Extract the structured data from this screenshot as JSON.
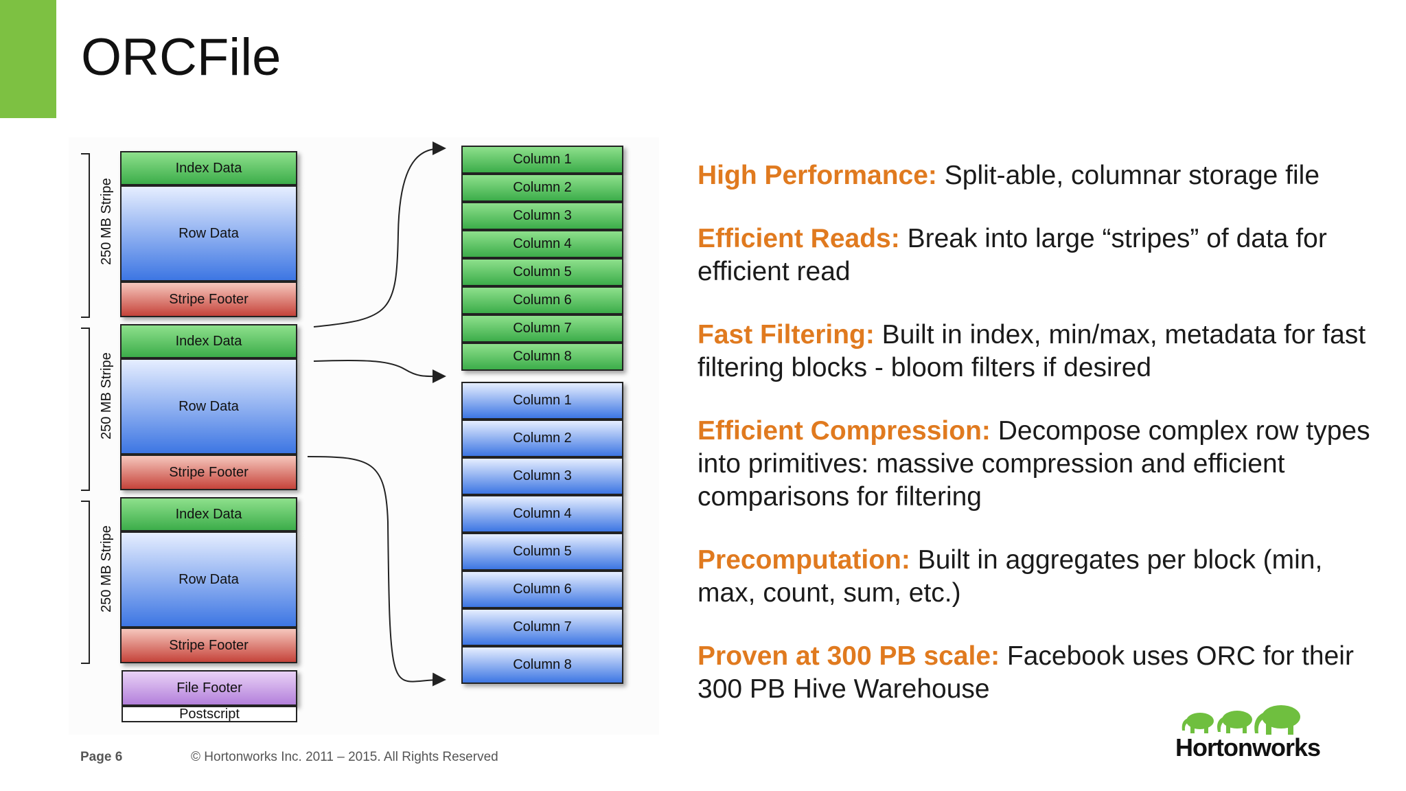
{
  "slide": {
    "title": "ORCFile",
    "accent_color": "#7dc142",
    "highlight_color": "#e07a1f"
  },
  "diagram": {
    "stripes": [
      {
        "label": "250 MB Stripe",
        "index": "Index Data",
        "row": "Row Data",
        "footer": "Stripe Footer"
      },
      {
        "label": "250 MB Stripe",
        "index": "Index Data",
        "row": "Row Data",
        "footer": "Stripe Footer"
      },
      {
        "label": "250 MB Stripe",
        "index": "Index Data",
        "row": "Row Data",
        "footer": "Stripe Footer"
      }
    ],
    "file_footer": "File Footer",
    "postscript": "Postscript",
    "index_columns": [
      "Column 1",
      "Column 2",
      "Column 3",
      "Column 4",
      "Column 5",
      "Column 6",
      "Column 7",
      "Column 8"
    ],
    "row_columns": [
      "Column 1",
      "Column 2",
      "Column 3",
      "Column 4",
      "Column 5",
      "Column 6",
      "Column 7",
      "Column 8"
    ]
  },
  "points": [
    {
      "key": "High Performance:",
      "text": " Split-able, columnar storage file"
    },
    {
      "key": "Efficient Reads:",
      "text": " Break into large “stripes” of data for efficient read"
    },
    {
      "key": "Fast Filtering:",
      "text": " Built in index, min/max, metadata for fast filtering blocks - bloom filters if desired"
    },
    {
      "key": "Efficient Compression:",
      "text": " Decompose complex row types into primitives: massive compression and efficient comparisons for filtering"
    },
    {
      "key": "Precomputation:",
      "text": " Built in aggregates per block (min, max, count, sum, etc.)"
    },
    {
      "key": "Proven at 300 PB scale:",
      "text": " Facebook uses ORC for their 300 PB Hive Warehouse"
    }
  ],
  "footer": {
    "page": "Page 6",
    "copyright": "© Hortonworks Inc. 2011 – 2015. All Rights Reserved"
  },
  "logo": {
    "text": "Hortonworks",
    "icon": "elephant-herd-icon",
    "color": "#6fbf3f"
  }
}
